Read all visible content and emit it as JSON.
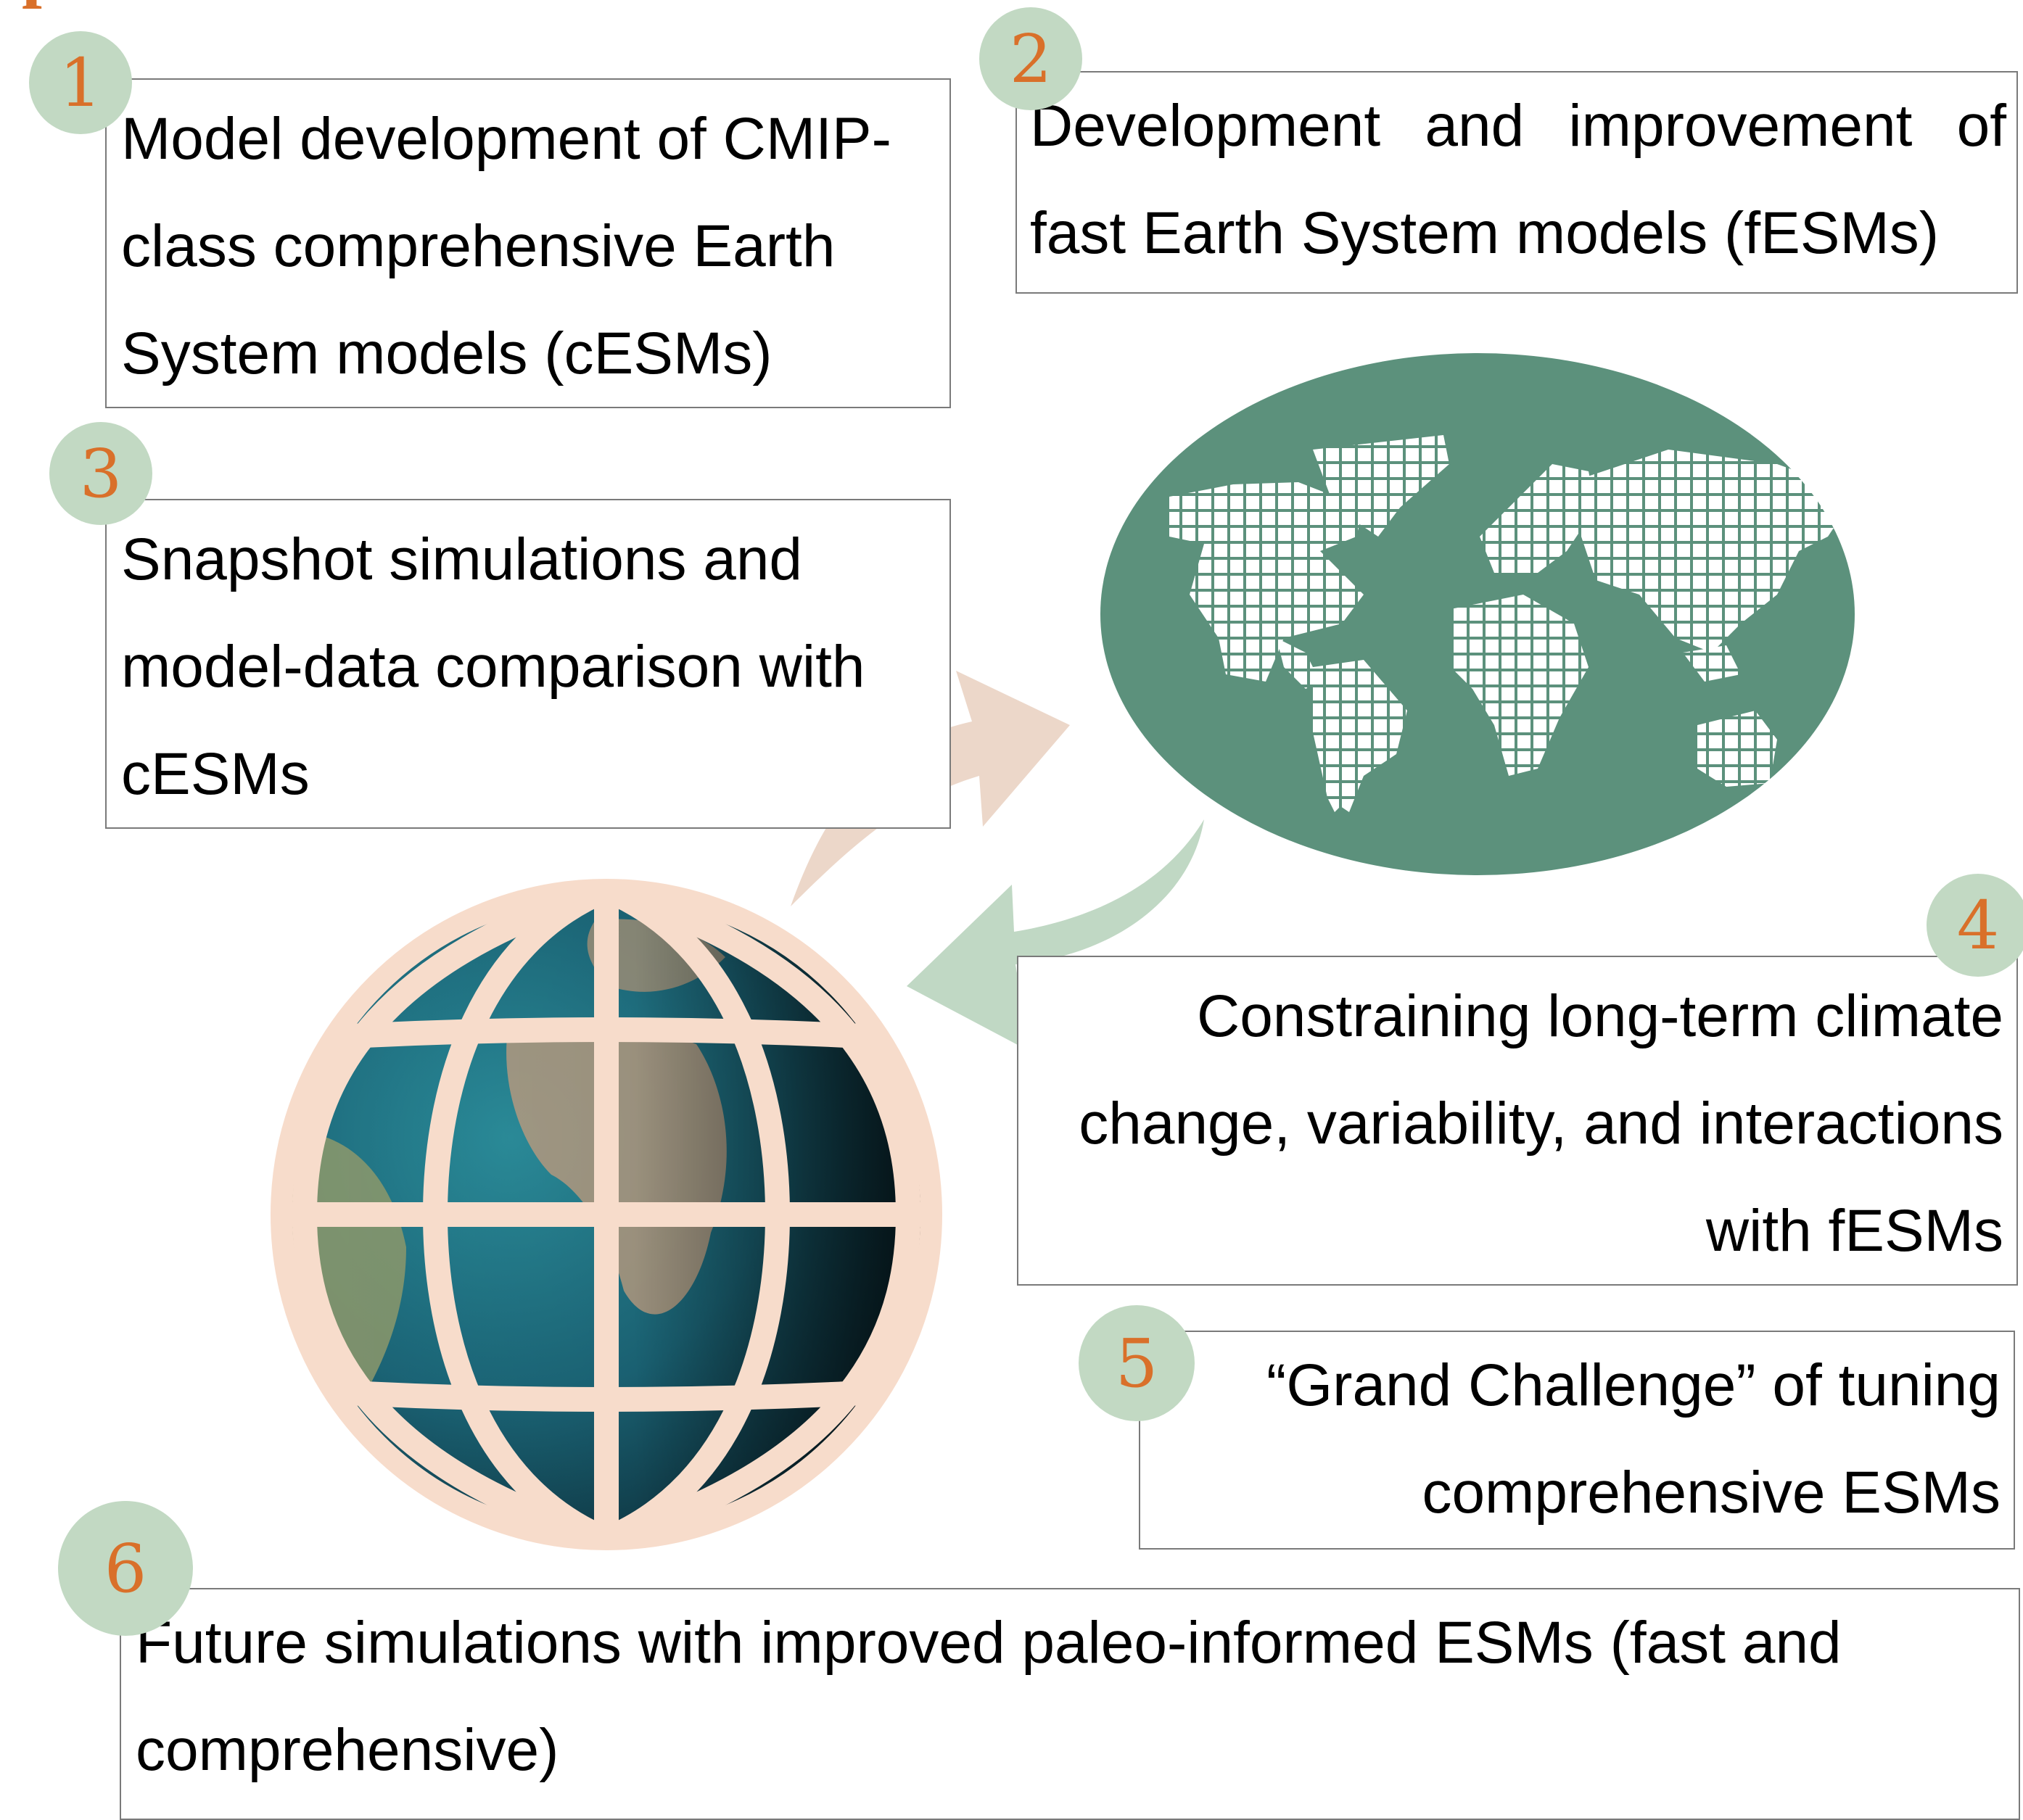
{
  "title": "paleoclimate constraints",
  "steps": [
    {
      "number": "1",
      "text": "Model development of CMIP-class comprehensive Earth System models (cESMs)"
    },
    {
      "number": "2",
      "text": "Development and improvement of fast Earth System models (fESMs)"
    },
    {
      "number": "3",
      "text": "Snapshot simulations and model-data comparison with cESMs"
    },
    {
      "number": "4",
      "text": "Constraining long-term climate change, variability, and interactions with fESMs"
    },
    {
      "number": "5",
      "text": "“Grand Challenge” of tuning comprehensive ESMs"
    },
    {
      "number": "6",
      "text": "Future simulations with improved paleo-informed ESMs (fast and comprehensive)"
    }
  ],
  "colors": {
    "accent": "#d9702a",
    "badge": "#c2d9c3",
    "ellipse": "#5c917c",
    "arrow_up": "#ecd7c9",
    "arrow_down": "#c0d8c4",
    "globe_frame": "#f7dccb",
    "ocean": "#1d6a7c"
  },
  "icons": {
    "map": "pixel-world-map-icon",
    "globe": "wireframe-earth-globe-icon"
  }
}
